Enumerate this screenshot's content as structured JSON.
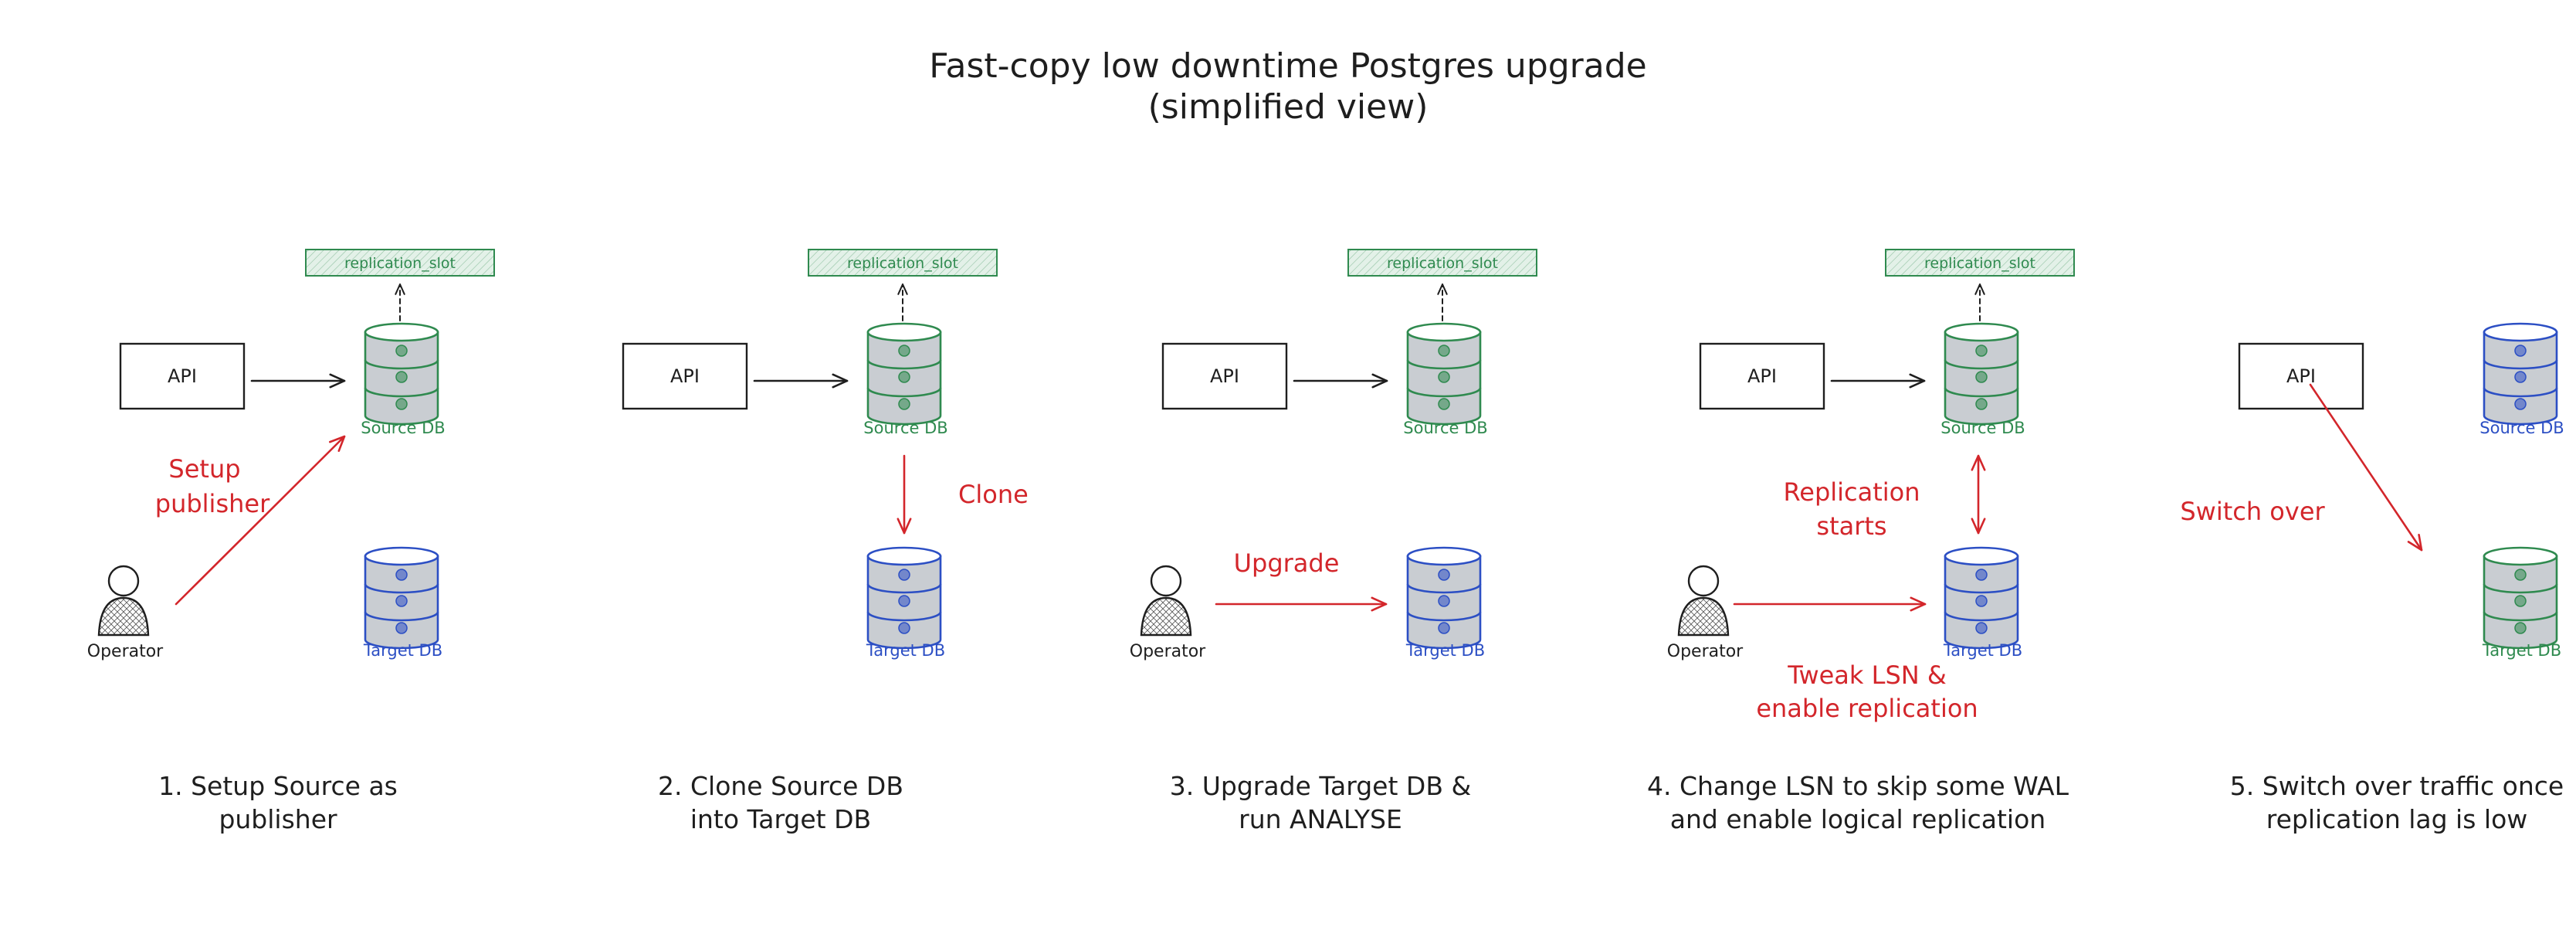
{
  "title_line1": "Fast-copy low downtime Postgres upgrade",
  "title_line2": "(simplified view)",
  "colors": {
    "ink": "#1e1e1e",
    "source_green": "#2f8a4f",
    "target_blue": "#2c4fc4",
    "arrow_red": "#d3262b",
    "cylinder_fill": "#c9cdd2",
    "slot_fill": "#e3f1e8"
  },
  "panels": [
    {
      "api": "API",
      "slot": "replication_slot",
      "source": {
        "label": "Source DB"
      },
      "target": {
        "label": "Target DB"
      },
      "operator": "Operator",
      "annotations": [
        "Setup",
        "publisher"
      ],
      "caption": [
        "1. Setup Source as",
        "publisher"
      ]
    },
    {
      "api": "API",
      "slot": "replication_slot",
      "source": {
        "label": "Source DB"
      },
      "target": {
        "label": "Target DB"
      },
      "annotations": [
        "Clone"
      ],
      "caption": [
        "2. Clone Source DB",
        "into Target DB"
      ]
    },
    {
      "api": "API",
      "slot": "replication_slot",
      "source": {
        "label": "Source DB"
      },
      "target": {
        "label": "Target DB"
      },
      "operator": "Operator",
      "annotations": [
        "Upgrade"
      ],
      "caption": [
        "3. Upgrade Target DB &",
        "run ANALYSE"
      ]
    },
    {
      "api": "API",
      "slot": "replication_slot",
      "source": {
        "label": "Source DB"
      },
      "target": {
        "label": "Target DB"
      },
      "operator": "Operator",
      "annotations": [
        "Replication",
        "starts",
        "Tweak LSN &",
        "enable replication"
      ],
      "caption": [
        "4. Change LSN to skip some WAL",
        "and enable logical replication"
      ]
    },
    {
      "api": "API",
      "source": {
        "label": "Source DB"
      },
      "target": {
        "label": "Target DB"
      },
      "annotations": [
        "Switch over"
      ],
      "caption": [
        "5. Switch over traffic once",
        "replication lag is low"
      ]
    }
  ]
}
